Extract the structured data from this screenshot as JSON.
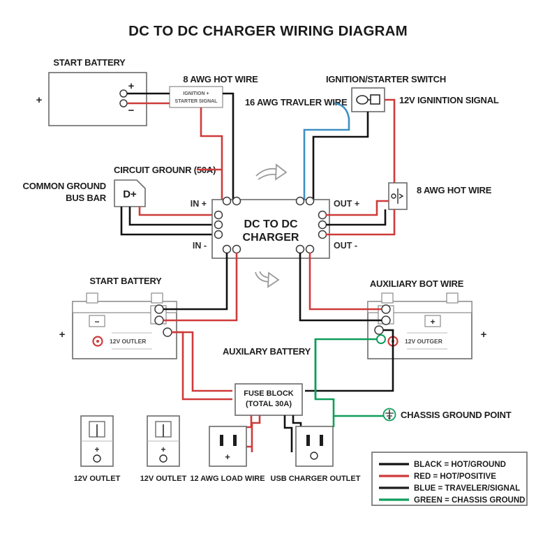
{
  "title": "DC TO DC CHARGER WIRING DIAGRAM",
  "labels": {
    "start_battery_top": "START BATTERY",
    "ignition_starter_signal": "IGNITION + STARTER SIGNAL",
    "awg8_hot_wire_top": "8 AWG HOT WIRE",
    "ignition_starter_switch": "IGNITION/STARTER SWITCH",
    "awg16_travler_wire": "16 AWG TRAVLER WIRE",
    "ignition_signal_12v": "12V IGNINTION SIGNAL",
    "circuit_grounr": "CIRCUIT GROUNR (50A)",
    "common_ground_line1": "COMMON GROUND",
    "common_ground_line2": "BUS BAR",
    "d_plus": "D+",
    "in_plus": "IN +",
    "in_minus": "IN -",
    "out_plus": "OUT +",
    "out_minus": "OUT -",
    "charger_line1": "DC TO DC",
    "charger_line2": "CHARGER",
    "awg8_hot_wire_right": "8 AWG HOT WIRE",
    "start_battery_bottom": "START BATTERY",
    "auxiliary_bot_wire": "AUXILIARY BOT WIRE",
    "outler_12v_left": "12V OUTLER",
    "outger_12v_right": "12V OUTGER",
    "auxilary_battery": "AUXILARY BATTERY",
    "fuse_block_line1": "FUSE BLOCK",
    "fuse_block_line2": "(TOTAL 30A)",
    "chassis_ground_point": "CHASSIS GROUND POINT",
    "plus": "+",
    "minus": "−",
    "circle": "○"
  },
  "outlets": [
    {
      "label": "12V OUTLET",
      "type": "switch-outlet"
    },
    {
      "label": "12V OUTLET",
      "type": "switch-outlet"
    },
    {
      "label": "12 AWG LOAD WIRE",
      "type": "socket-plus"
    },
    {
      "label": "USB CHARGER OUTLET",
      "type": "socket-round"
    }
  ],
  "legend": {
    "items": [
      {
        "text": "BLACK = HOT/GROUND",
        "color": "#111111"
      },
      {
        "text": "RED = HOT/POSITIVE",
        "color": "#cf3a3a"
      },
      {
        "text": "BLUE = TRAVELER/SIGNAL",
        "color": "#1c1c1c"
      },
      {
        "text": "GREEN = CHASSIS GROUND",
        "color": "#0f9d5c"
      }
    ]
  },
  "colors": {
    "black": "#111111",
    "red": "#cf3a3a",
    "blue": "#3e8fc4",
    "green": "#0f9d5c",
    "box_stroke": "#6b6b6b",
    "background": "#ffffff"
  }
}
